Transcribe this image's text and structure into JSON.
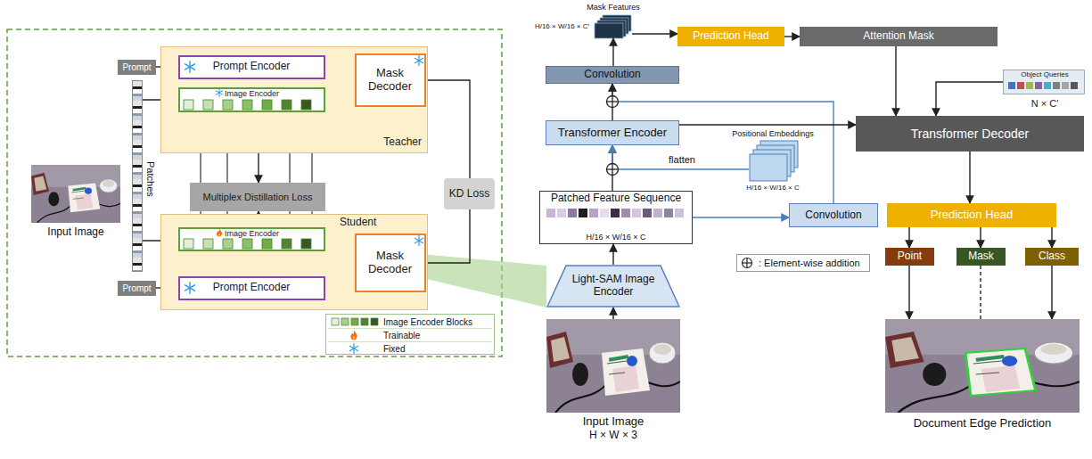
{
  "diagram": {
    "nodes": [
      {
        "text": [
          "Input Image"
        ]
      },
      {
        "text": [
          "Patches"
        ]
      },
      {
        "text": [
          "Teacher"
        ]
      },
      {
        "text": [
          "Prompt"
        ]
      },
      {
        "text": [
          "Prompt Encoder"
        ],
        "in": 2
      },
      {
        "text": [
          "Image Encoder"
        ],
        "in": 2
      },
      {
        "text": [
          "Mask Decoder"
        ],
        "in": 2
      },
      {
        "text": [
          "Multiplex Distillation Loss"
        ]
      },
      {
        "text": [
          "KD Loss"
        ]
      },
      {
        "text": [
          "Student"
        ]
      },
      {
        "text": [
          "Image Encoder"
        ],
        "in": 9
      },
      {
        "text": [
          "Mask Decoder"
        ],
        "in": 9
      },
      {
        "text": [
          "Prompt Encoder"
        ],
        "in": 9
      },
      {
        "text": [
          "Prompt"
        ]
      },
      {
        "text": [
          "Input Image",
          "H × W × 3"
        ]
      },
      {
        "text": [
          "Light-SAM Image Encoder"
        ]
      },
      {
        "text": [
          "Patched Feature Sequence",
          "H/16 × W/16 × C"
        ]
      },
      {
        "text": [
          "Convolution"
        ]
      },
      {
        "text": [
          "Positional Embeddings",
          "H/16 × W/16 × C"
        ]
      },
      {
        "text": [
          "Transformer Encoder"
        ]
      },
      {
        "text": [
          "Convolution"
        ]
      },
      {
        "text": [
          "Mask Features",
          "H/16 × W/16 × C′"
        ]
      },
      {
        "text": [
          "Prediction Head"
        ]
      },
      {
        "text": [
          "Attention Mask"
        ]
      },
      {
        "text": [
          "Object Queries",
          "N × C′"
        ]
      },
      {
        "text": [
          "Transformer Decoder"
        ]
      },
      {
        "text": [
          "Prediction Head"
        ]
      },
      {
        "text": [
          "Point"
        ]
      },
      {
        "text": [
          "Mask"
        ]
      },
      {
        "text": [
          "Class"
        ]
      },
      {
        "text": [
          "Document Edge Prediction"
        ]
      }
    ],
    "edges": [
      {
        "from": 3,
        "to": 4,
        "arrow": "to"
      },
      {
        "from": 4,
        "to": 6,
        "arrow": "to"
      },
      {
        "from": 5,
        "to": 6,
        "arrow": "to"
      },
      {
        "from": 6,
        "to": 8,
        "arrow": "none"
      },
      {
        "from": 1,
        "to": 5,
        "arrow": "to"
      },
      {
        "from": 5,
        "to": 7,
        "arrow": "to"
      },
      {
        "from": 13,
        "to": 12,
        "arrow": "to"
      },
      {
        "from": 12,
        "to": 11,
        "arrow": "to"
      },
      {
        "from": 10,
        "to": 11,
        "arrow": "to"
      },
      {
        "from": 11,
        "to": 8,
        "arrow": "none"
      },
      {
        "from": 1,
        "to": 10,
        "arrow": "to"
      },
      {
        "from": 10,
        "to": 7,
        "arrow": "to"
      },
      {
        "from": 14,
        "to": 15,
        "arrow": "to"
      },
      {
        "from": 15,
        "to": 16,
        "arrow": "to"
      },
      {
        "from": 16,
        "to": 19,
        "arrow": "to"
      },
      {
        "from": 18,
        "to": 19,
        "arrow": "to",
        "label": "flatten"
      },
      {
        "from": 16,
        "to": 17,
        "arrow": "to"
      },
      {
        "from": 17,
        "to": 20,
        "arrow": "to"
      },
      {
        "from": 19,
        "to": 20,
        "arrow": "to"
      },
      {
        "from": 20,
        "to": 21,
        "arrow": "to"
      },
      {
        "from": 21,
        "to": 22,
        "arrow": "to"
      },
      {
        "from": 22,
        "to": 23,
        "arrow": "to"
      },
      {
        "from": 23,
        "to": 25,
        "arrow": "to"
      },
      {
        "from": 24,
        "to": 25,
        "arrow": "to"
      },
      {
        "from": 19,
        "to": 25,
        "arrow": "to"
      },
      {
        "from": 25,
        "to": 26,
        "arrow": "to"
      },
      {
        "from": 26,
        "to": 27,
        "arrow": "to"
      },
      {
        "from": 26,
        "to": 28,
        "arrow": "to"
      },
      {
        "from": 26,
        "to": 29,
        "arrow": "to"
      },
      {
        "from": 27,
        "to": 30,
        "arrow": "to"
      },
      {
        "from": 28,
        "to": 30,
        "arrow": "none"
      },
      {
        "from": 29,
        "to": 30,
        "arrow": "to"
      }
    ],
    "legend": [
      {
        "text": "Image Encoder Blocks"
      },
      {
        "text": "Trainable"
      },
      {
        "text": "Fixed"
      },
      {
        "text": ": Element-wise addition"
      }
    ]
  }
}
